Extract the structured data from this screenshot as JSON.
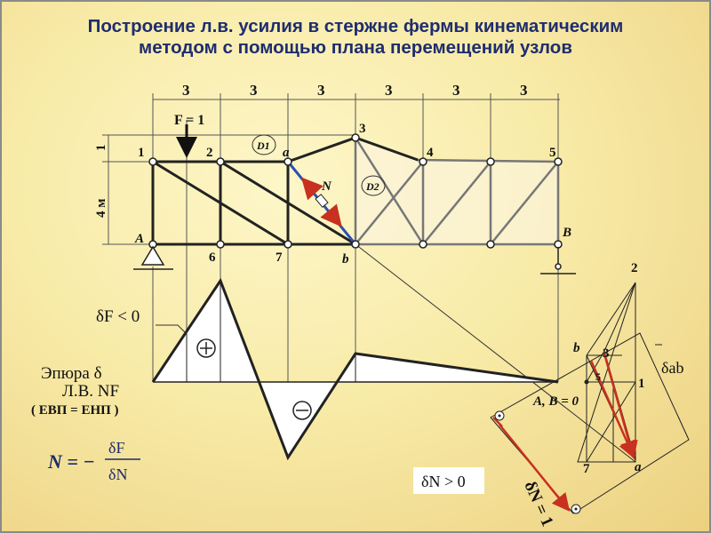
{
  "title": {
    "line1": "Построение л.в. усилия в стержне фермы кинематическим",
    "line2": "методом с помощью плана перемещений узлов"
  },
  "dims": [
    "3",
    "3",
    "3",
    "3",
    "3",
    "3"
  ],
  "labels": {
    "force": "F = 1",
    "height_top": "1",
    "height_main": "4 м",
    "d1": "D1",
    "d2": "D2",
    "n": "N",
    "delta_f": "δF < 0",
    "epure": "Эпюра δ",
    "influence": "Л.В. NF",
    "condition": "( ЕВП = ЕНП )",
    "delta_n": "δN > 0",
    "delta_n_unit": "δN = 1",
    "delta_ab": "δab"
  },
  "nodes": {
    "n1": "1",
    "n2": "2",
    "a": "a",
    "n3": "3",
    "n4": "4",
    "n5": "5",
    "A": "A",
    "n6": "6",
    "n7": "7",
    "b": "b",
    "B": "B"
  },
  "plan": {
    "n2": "2",
    "b": "b",
    "n3": "3",
    "n5": "5",
    "n1": "1",
    "ab": "A, B = 0",
    "n7": "7",
    "a": "a"
  },
  "formula": {
    "lhs": "N = −",
    "numerator": "δF",
    "denominator": "δN"
  },
  "colors": {
    "title": "#1f2d6e",
    "arrows": "#c8301f",
    "bar_ab": "#2b4fb5",
    "background": "#f8eba8"
  }
}
